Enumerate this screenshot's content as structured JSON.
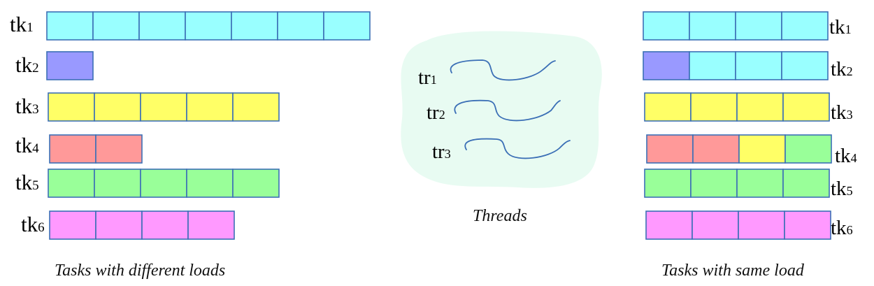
{
  "colors": {
    "cyan": "#99ffff",
    "blue": "#9999ff",
    "yellow": "#ffff66",
    "red": "#ff9999",
    "green": "#99ff99",
    "pink": "#ff99ff",
    "border": "#3b6fb6",
    "cloud": "#e8fbf2",
    "thread": "#3b6fb6"
  },
  "left_tasks": [
    {
      "base": "tk",
      "sub": "1",
      "blocks": [
        "cyan",
        "cyan",
        "cyan",
        "cyan",
        "cyan",
        "cyan",
        "cyan"
      ]
    },
    {
      "base": "tk",
      "sub": "2",
      "blocks": [
        "blue"
      ]
    },
    {
      "base": "tk",
      "sub": "3",
      "blocks": [
        "yellow",
        "yellow",
        "yellow",
        "yellow",
        "yellow"
      ]
    },
    {
      "base": "tk",
      "sub": "4",
      "blocks": [
        "red",
        "red"
      ]
    },
    {
      "base": "tk",
      "sub": "5",
      "blocks": [
        "green",
        "green",
        "green",
        "green",
        "green"
      ]
    },
    {
      "base": "tk",
      "sub": "6",
      "blocks": [
        "pink",
        "pink",
        "pink",
        "pink"
      ]
    }
  ],
  "right_tasks": [
    {
      "base": "tk",
      "sub": "1",
      "blocks": [
        "cyan",
        "cyan",
        "cyan",
        "cyan"
      ]
    },
    {
      "base": "tk",
      "sub": "2",
      "blocks": [
        "blue",
        "cyan",
        "cyan",
        "cyan"
      ]
    },
    {
      "base": "tk",
      "sub": "3",
      "blocks": [
        "yellow",
        "yellow",
        "yellow",
        "yellow"
      ]
    },
    {
      "base": "tk",
      "sub": "4",
      "blocks": [
        "red",
        "red",
        "yellow",
        "green"
      ]
    },
    {
      "base": "tk",
      "sub": "5",
      "blocks": [
        "green",
        "green",
        "green",
        "green"
      ]
    },
    {
      "base": "tk",
      "sub": "6",
      "blocks": [
        "pink",
        "pink",
        "pink",
        "pink"
      ]
    }
  ],
  "threads": [
    {
      "base": "tr",
      "sub": "1"
    },
    {
      "base": "tr",
      "sub": "2"
    },
    {
      "base": "tr",
      "sub": "3"
    }
  ],
  "captions": {
    "left": "Tasks with different loads",
    "middle": "Threads",
    "right": "Tasks with same load"
  }
}
